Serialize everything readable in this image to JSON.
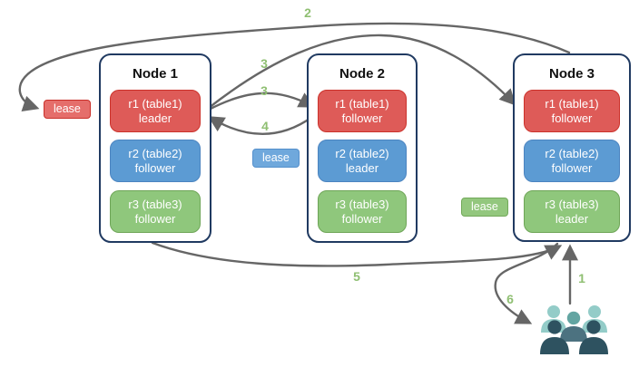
{
  "diagram": {
    "nodes": [
      {
        "title": "Node 1",
        "replicas": [
          {
            "label": "r1 (table1)",
            "role": "leader",
            "color": "red"
          },
          {
            "label": "r2 (table2)",
            "role": "follower",
            "color": "blue"
          },
          {
            "label": "r3 (table3)",
            "role": "follower",
            "color": "green"
          }
        ]
      },
      {
        "title": "Node 2",
        "replicas": [
          {
            "label": "r1 (table1)",
            "role": "follower",
            "color": "red"
          },
          {
            "label": "r2 (table2)",
            "role": "leader",
            "color": "blue"
          },
          {
            "label": "r3 (table3)",
            "role": "follower",
            "color": "green"
          }
        ]
      },
      {
        "title": "Node 3",
        "replicas": [
          {
            "label": "r1 (table1)",
            "role": "follower",
            "color": "red"
          },
          {
            "label": "r2 (table2)",
            "role": "follower",
            "color": "blue"
          },
          {
            "label": "r3 (table3)",
            "role": "leader",
            "color": "green"
          }
        ]
      }
    ],
    "leases": [
      {
        "label": "lease",
        "color": "red"
      },
      {
        "label": "lease",
        "color": "blue"
      },
      {
        "label": "lease",
        "color": "green"
      }
    ],
    "steps": [
      "1",
      "2",
      "3",
      "3",
      "4",
      "5",
      "6"
    ],
    "flows": [
      {
        "step": "1",
        "from": "clients",
        "to": "node3-r3-leader"
      },
      {
        "step": "2",
        "from": "node3",
        "to": "lease-red"
      },
      {
        "step": "3",
        "from": "node1-r1-leader",
        "to": "node3-r1-follower"
      },
      {
        "step": "3",
        "from": "node1-r1-leader",
        "to": "node2-r1-follower"
      },
      {
        "step": "4",
        "from": "node2-r1-follower",
        "to": "node1-r1-leader"
      },
      {
        "step": "5",
        "from": "node1",
        "to": "node3"
      },
      {
        "step": "6",
        "from": "node3-r3-leader",
        "to": "clients"
      }
    ],
    "colors": {
      "replica_red": "#DE5B58",
      "replica_red_border": "#CC322B",
      "replica_blue": "#5C9BD3",
      "replica_blue_border": "#4B84C0",
      "replica_green": "#8FC77C",
      "replica_green_border": "#6EA557",
      "lease_red": "#E56E6B",
      "lease_blue": "#6FA8DC",
      "lease_green": "#93C77E",
      "node_border": "#203A61",
      "arrow": "#666666",
      "step_label": "#8FBF72",
      "users_light": "#93CCC8",
      "users_mid_head": "#63A5A2",
      "users_mid_body": "#4C7280",
      "users_dark": "#2E5260"
    }
  }
}
